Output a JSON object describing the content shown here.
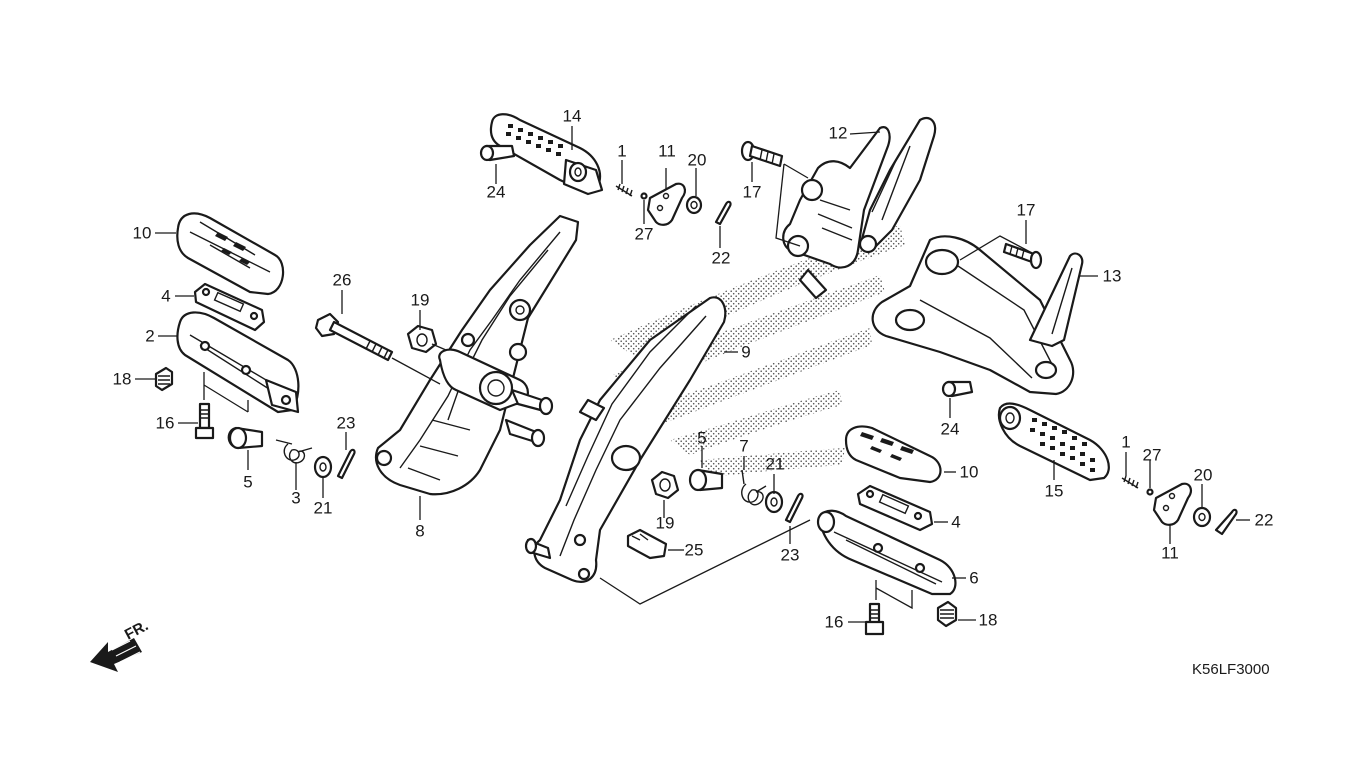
{
  "diagram": {
    "code": "K56LF3000",
    "direction_label": "FR.",
    "callouts": {
      "c1a": "1",
      "c1b": "1",
      "c2": "2",
      "c3": "3",
      "c4a": "4",
      "c4b": "4",
      "c5a": "5",
      "c5b": "5",
      "c6": "6",
      "c7": "7",
      "c8": "8",
      "c9": "9",
      "c10a": "10",
      "c10b": "10",
      "c11a": "11",
      "c11b": "11",
      "c12": "12",
      "c13": "13",
      "c14": "14",
      "c15": "15",
      "c16a": "16",
      "c16b": "16",
      "c17a": "17",
      "c17b": "17",
      "c18a": "18",
      "c18b": "18",
      "c19a": "19",
      "c19b": "19",
      "c20a": "20",
      "c20b": "20",
      "c21a": "21",
      "c21b": "21",
      "c22a": "22",
      "c22b": "22",
      "c23a": "23",
      "c23b": "23",
      "c24a": "24",
      "c24b": "24",
      "c25": "25",
      "c26": "26",
      "c27a": "27",
      "c27b": "27"
    }
  }
}
